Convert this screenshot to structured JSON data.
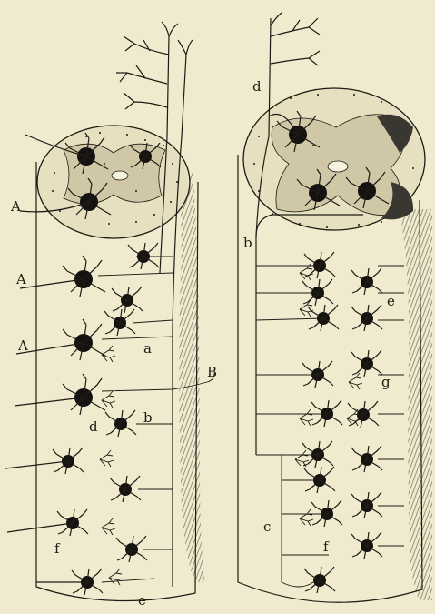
{
  "labels": {
    "left_A1": "A",
    "left_A2": "A",
    "left_A3": "A",
    "left_a": "a",
    "left_B": "B",
    "left_b": "b",
    "left_d": "d",
    "left_f": "f",
    "left_e": "e",
    "right_d": "d",
    "right_b": "b",
    "right_e": "e",
    "right_g": "g",
    "right_c": "c",
    "right_f": "f"
  },
  "colors": {
    "background": "#f0ebcf",
    "ink": "#1e1b14",
    "section_fill": "#e6dfc0",
    "grey_matter": "#cfc7a6",
    "shading": "#6d6756"
  }
}
